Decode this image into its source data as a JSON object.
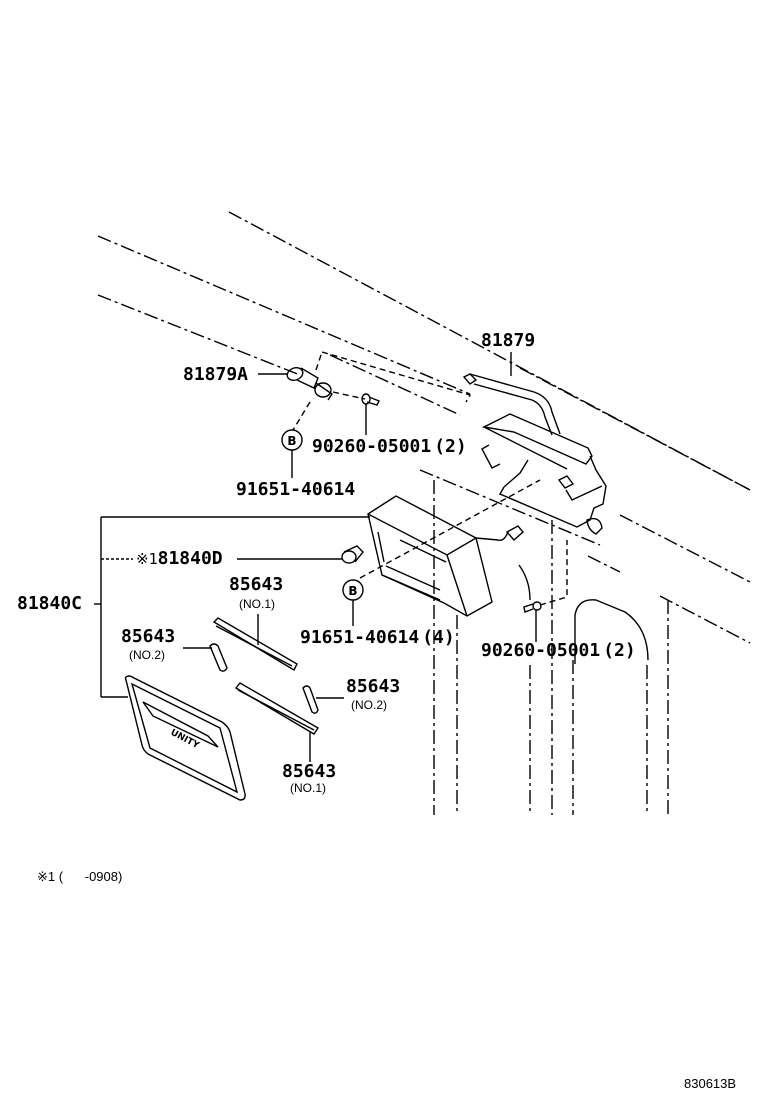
{
  "diagram": {
    "title_code": "830613B",
    "footnote": {
      "marker": "※1",
      "text": "※1 (      -0908)"
    },
    "callouts": [
      {
        "part": "81879",
        "qty": "",
        "note": ""
      },
      {
        "part": "81879A",
        "qty": "",
        "note": ""
      },
      {
        "part": "90260-05001",
        "qty": "(2)",
        "note": ""
      },
      {
        "part": "91651-40614",
        "qty": "",
        "note": ""
      },
      {
        "part": "81840D",
        "qty": "",
        "note": "※1"
      },
      {
        "part": "81840C",
        "qty": "",
        "note": ""
      },
      {
        "part": "85643",
        "qty": "",
        "note": "(NO.1)"
      },
      {
        "part": "85643",
        "qty": "",
        "note": "(NO.2)"
      },
      {
        "part": "91651-40614",
        "qty": "(4)",
        "note": ""
      },
      {
        "part": "90260-05001",
        "qty": "(2)",
        "note": ""
      },
      {
        "part": "85643",
        "qty": "",
        "note": "(NO.2)"
      },
      {
        "part": "85643",
        "qty": "",
        "note": "(NO.1)"
      }
    ],
    "reference_marks": [
      {
        "symbol": "B"
      },
      {
        "symbol": "B"
      }
    ],
    "plate_text": "UNITY"
  }
}
